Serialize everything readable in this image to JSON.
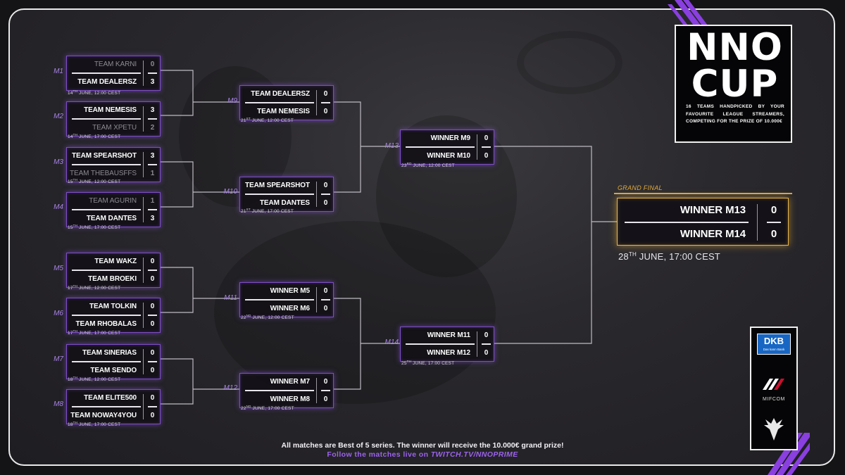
{
  "colors": {
    "accent": "#9c63ee",
    "final_accent": "#e0aa3e",
    "background": "#2a292d"
  },
  "title": {
    "line1": "NNO",
    "line2": "CUP",
    "tagline": "16 TEAMS HANDPICKED BY YOUR FAVOURITE LEAGUE STREAMERS, COMPETING FOR THE PRIZE OF 10.000€"
  },
  "matches": [
    {
      "label": "M1",
      "teams": [
        [
          "TEAM KARNI",
          "0",
          true
        ],
        [
          "TEAM DEALERSZ",
          "3",
          false
        ]
      ],
      "date_day": "14",
      "date_sup": "TH",
      "date_rest": " JUNE, 12:00 CEST"
    },
    {
      "label": "M2",
      "teams": [
        [
          "TEAM NEMESIS",
          "3",
          false
        ],
        [
          "TEAM XPETU",
          "2",
          true
        ]
      ],
      "date_day": "14",
      "date_sup": "TH",
      "date_rest": " JUNE, 17:00 CEST"
    },
    {
      "label": "M3",
      "teams": [
        [
          "TEAM SPEARSHOT",
          "3",
          false
        ],
        [
          "TEAM THEBAUSFFS",
          "1",
          true
        ]
      ],
      "date_day": "15",
      "date_sup": "TH",
      "date_rest": " JUNE, 12:00 CEST"
    },
    {
      "label": "M4",
      "teams": [
        [
          "TEAM AGURIN",
          "1",
          true
        ],
        [
          "TEAM DANTES",
          "3",
          false
        ]
      ],
      "date_day": "15",
      "date_sup": "TH",
      "date_rest": " JUNE, 17:00 CEST"
    },
    {
      "label": "M5",
      "teams": [
        [
          "TEAM WAKZ",
          "0",
          false
        ],
        [
          "TEAM BROEKI",
          "0",
          false
        ]
      ],
      "date_day": "17",
      "date_sup": "TH",
      "date_rest": " JUNE, 12:00 CEST"
    },
    {
      "label": "M6",
      "teams": [
        [
          "TEAM TOLKIN",
          "0",
          false
        ],
        [
          "TEAM RHOBALAS",
          "0",
          false
        ]
      ],
      "date_day": "17",
      "date_sup": "TH",
      "date_rest": " JUNE, 17:00 CEST"
    },
    {
      "label": "M7",
      "teams": [
        [
          "TEAM SINERIAS",
          "0",
          false
        ],
        [
          "TEAM SENDO",
          "0",
          false
        ]
      ],
      "date_day": "18",
      "date_sup": "TH",
      "date_rest": " JUNE, 12:00 CEST"
    },
    {
      "label": "M8",
      "teams": [
        [
          "TEAM ELITE500",
          "0",
          false
        ],
        [
          "TEAM NOWAY4YOU",
          "0",
          false
        ]
      ],
      "date_day": "18",
      "date_sup": "TH",
      "date_rest": " JUNE, 17:00 CEST"
    },
    {
      "label": "M9",
      "teams": [
        [
          "TEAM DEALERSZ",
          "0",
          false
        ],
        [
          "TEAM NEMESIS",
          "0",
          false
        ]
      ],
      "date_day": "21",
      "date_sup": "ST",
      "date_rest": " JUNE, 12:00 CEST"
    },
    {
      "label": "M10",
      "teams": [
        [
          "TEAM SPEARSHOT",
          "0",
          false
        ],
        [
          "TEAM DANTES",
          "0",
          false
        ]
      ],
      "date_day": "21",
      "date_sup": "ST",
      "date_rest": " JUNE, 17:00 CEST"
    },
    {
      "label": "M11",
      "teams": [
        [
          "WINNER M5",
          "0",
          false
        ],
        [
          "WINNER M6",
          "0",
          false
        ]
      ],
      "date_day": "22",
      "date_sup": "ND",
      "date_rest": " JUNE, 12:00 CEST"
    },
    {
      "label": "M12",
      "teams": [
        [
          "WINNER M7",
          "0",
          false
        ],
        [
          "WINNER M8",
          "0",
          false
        ]
      ],
      "date_day": "22",
      "date_sup": "ND",
      "date_rest": " JUNE, 17:00 CEST"
    },
    {
      "label": "M13",
      "teams": [
        [
          "WINNER M9",
          "0",
          false
        ],
        [
          "WINNER M10",
          "0",
          false
        ]
      ],
      "date_day": "23",
      "date_sup": "RD",
      "date_rest": " JUNE, 12:00 CEST"
    },
    {
      "label": "M14",
      "teams": [
        [
          "WINNER M11",
          "0",
          false
        ],
        [
          "WINNER M12",
          "0",
          false
        ]
      ],
      "date_day": "25",
      "date_sup": "TH",
      "date_rest": " JUNE, 17:00 CEST"
    }
  ],
  "final": {
    "label": "GRAND FINAL",
    "team1": "WINNER M13",
    "score1": "0",
    "team2": "WINNER M14",
    "score2": "0",
    "date_day": "28",
    "date_sup": "TH",
    "date_rest": " JUNE, 17:00 CEST"
  },
  "sponsors": {
    "dkb_name": "DKB",
    "dkb_slogan": "Das kann Bank",
    "mifcom": "MIFCOM"
  },
  "footer": {
    "line1": "All matches are Best of 5 series. The winner will receive the 10.000€ grand prize!",
    "line2_prefix": "Follow the matches live on ",
    "line2_url": "TWITCH.TV/NNOPRIME"
  }
}
